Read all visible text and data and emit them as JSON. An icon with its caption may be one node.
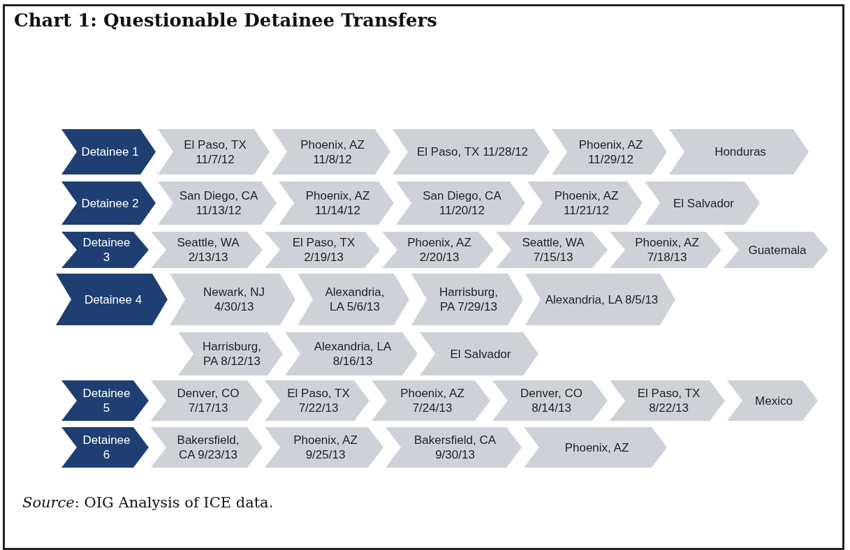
{
  "diagram": {
    "title": "Chart 1: Questionable Detainee Transfers",
    "caption": "*Source*: OIG Analysis of ICE data.",
    "nodes": [
      {
        "text": [
          "Detainee 1"
        ]
      },
      {
        "text": [
          "El Paso, TX 11/7/12"
        ]
      },
      {
        "text": [
          "Phoenix, AZ 11/8/12"
        ]
      },
      {
        "text": [
          "El Paso, TX 11/28/12"
        ]
      },
      {
        "text": [
          "Phoenix, AZ 11/29/12"
        ]
      },
      {
        "text": [
          "Honduras"
        ]
      },
      {
        "text": [
          "Detainee 2"
        ]
      },
      {
        "text": [
          "San Diego, CA 11/13/12"
        ]
      },
      {
        "text": [
          "Phoenix, AZ 11/14/12"
        ]
      },
      {
        "text": [
          "San Diego, CA 11/20/12"
        ]
      },
      {
        "text": [
          "Phoenix, AZ 11/21/12"
        ]
      },
      {
        "text": [
          "El Salvador"
        ]
      },
      {
        "text": [
          "Detainee 3"
        ]
      },
      {
        "text": [
          "Seattle, WA 2/13/13"
        ]
      },
      {
        "text": [
          "El Paso, TX 2/19/13"
        ]
      },
      {
        "text": [
          "Phoenix, AZ 2/20/13"
        ]
      },
      {
        "text": [
          "Seattle, WA 7/15/13"
        ]
      },
      {
        "text": [
          "Phoenix, AZ 7/18/13"
        ]
      },
      {
        "text": [
          "Guatemala"
        ]
      },
      {
        "text": [
          "Detainee 4"
        ]
      },
      {
        "text": [
          "Newark, NJ 4/30/13"
        ]
      },
      {
        "text": [
          "Alexandria, LA 5/6/13"
        ]
      },
      {
        "text": [
          "Harrisburg, PA 7/29/13"
        ]
      },
      {
        "text": [
          "Alexandria, LA 8/5/13"
        ]
      },
      {
        "text": [
          "Harrisburg, PA 8/12/13"
        ]
      },
      {
        "text": [
          "Alexandria, LA 8/16/13"
        ]
      },
      {
        "text": [
          "El Salvador"
        ]
      },
      {
        "text": [
          "Detainee 5"
        ]
      },
      {
        "text": [
          "Denver, CO 7/17/13"
        ]
      },
      {
        "text": [
          "El Paso, TX 7/22/13"
        ]
      },
      {
        "text": [
          "Phoenix, AZ 7/24/13"
        ]
      },
      {
        "text": [
          "Denver, CO 8/14/13"
        ]
      },
      {
        "text": [
          "El Paso, TX 8/22/13"
        ]
      },
      {
        "text": [
          "Mexico"
        ]
      },
      {
        "text": [
          "Detainee 6"
        ]
      },
      {
        "text": [
          "Bakersfield, CA 9/23/13"
        ]
      },
      {
        "text": [
          "Phoenix, AZ 9/25/13"
        ]
      },
      {
        "text": [
          "Bakersfield, CA 9/30/13"
        ]
      },
      {
        "text": [
          "Phoenix, AZ"
        ]
      }
    ]
  }
}
